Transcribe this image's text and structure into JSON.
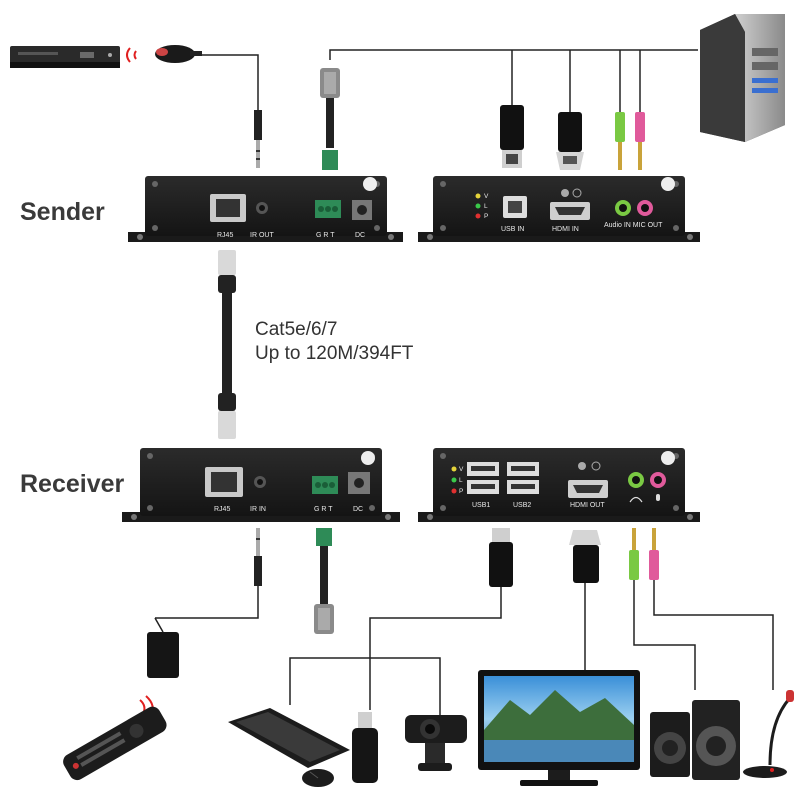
{
  "labels": {
    "sender": "Sender",
    "receiver": "Receiver",
    "cable_type": "Cat5e/6/7",
    "cable_distance": "Up to 120M/394FT"
  },
  "sender_front": {
    "rj45": "RJ45",
    "ir_out": "IR OUT",
    "grt": "G R T",
    "dc": "DC"
  },
  "sender_back": {
    "led_v": "V",
    "led_l": "L",
    "led_p": "P",
    "usb_in": "USB IN",
    "hdmi_in": "HDMI IN",
    "audio_in_mic_out": "Audio IN MIC OUT"
  },
  "receiver_front": {
    "rj45": "RJ45",
    "ir_in": "IR IN",
    "grt": "G R T",
    "dc": "DC"
  },
  "receiver_back": {
    "led_v": "V",
    "led_l": "L",
    "led_p": "P",
    "usb1": "USB1",
    "usb2": "USB2",
    "hdmi_out": "HDMI OUT"
  },
  "colors": {
    "device_body": "#1e1e1e",
    "cable": "#222222",
    "rj45_plug": "#d9d9d9",
    "terminal_green": "#2e8b57",
    "audio_green": "#7ac943",
    "audio_pink": "#e05a9b",
    "ir_red": "#e02020"
  },
  "icons": [
    "dvd-player-icon",
    "ir-emitter-icon",
    "pc-tower-icon",
    "rs232-plug-icon",
    "usb-b-plug-icon",
    "hdmi-plug-icon",
    "audio-plug-green-icon",
    "audio-plug-pink-icon",
    "rj45-plug-icon",
    "ir-receiver-icon",
    "remote-control-icon",
    "keyboard-icon",
    "mouse-icon",
    "usb-drive-icon",
    "webcam-icon",
    "monitor-icon",
    "speakers-icon",
    "microphone-icon"
  ]
}
